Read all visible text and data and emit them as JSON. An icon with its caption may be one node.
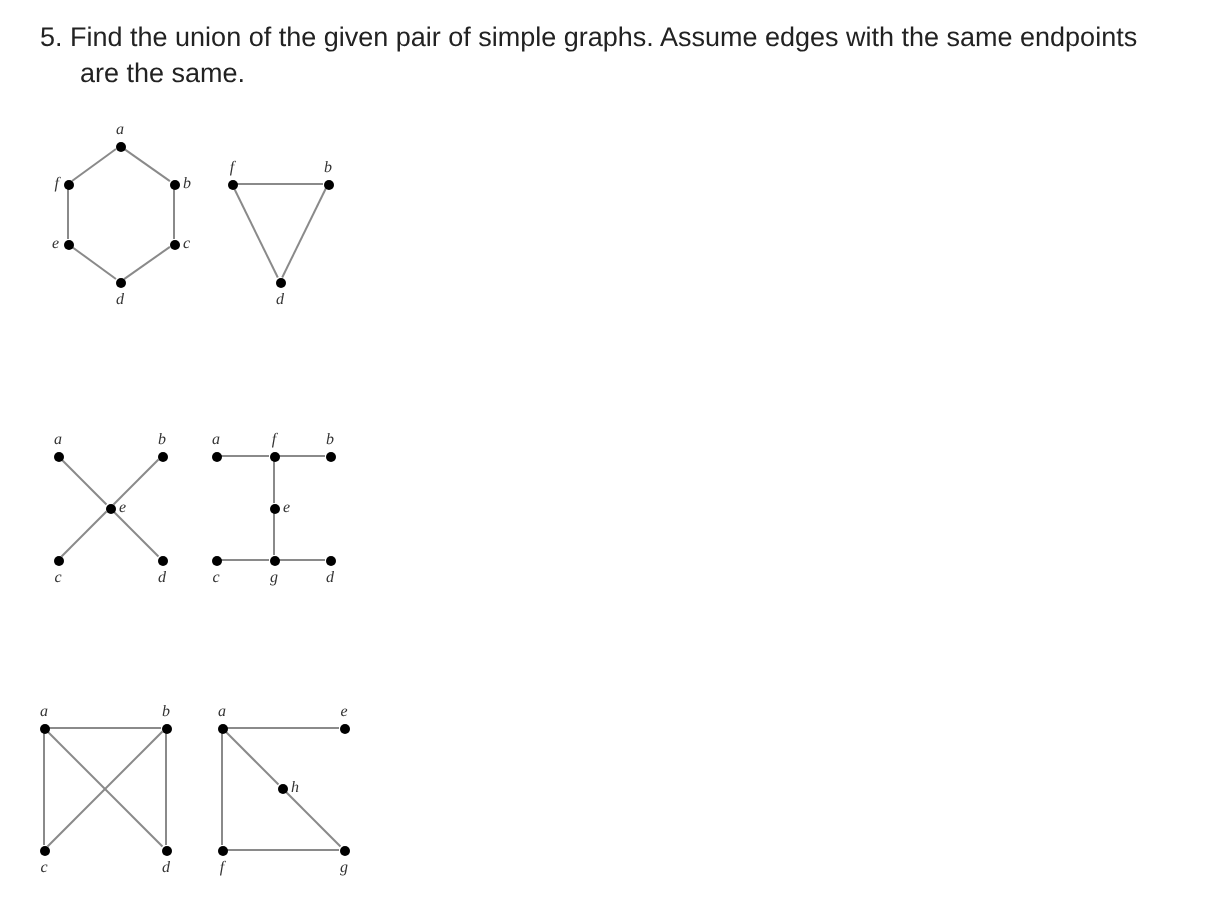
{
  "diagram": {
    "title": "5. Find the union of the given pair of simple graphs. Assume edges with the same endpoints are the same.",
    "nodes": [
      {
        "text": [],
        "shape": "circle",
        "beside": [
          "a"
        ]
      },
      {
        "text": [],
        "shape": "circle",
        "beside": [
          "b"
        ]
      },
      {
        "text": [],
        "shape": "circle",
        "beside": [
          "c"
        ]
      },
      {
        "text": [],
        "shape": "circle",
        "beside": [
          "d"
        ]
      },
      {
        "text": [],
        "shape": "circle",
        "beside": [
          "e"
        ]
      },
      {
        "text": [],
        "shape": "circle",
        "beside": [
          "f"
        ]
      },
      {
        "text": [],
        "shape": "circle",
        "beside": [
          "f"
        ]
      },
      {
        "text": [],
        "shape": "circle",
        "beside": [
          "b"
        ]
      },
      {
        "text": [],
        "shape": "circle",
        "beside": [
          "d"
        ]
      },
      {
        "text": [],
        "shape": "circle",
        "beside": [
          "a"
        ]
      },
      {
        "text": [],
        "shape": "circle",
        "beside": [
          "b"
        ]
      },
      {
        "text": [],
        "shape": "circle",
        "beside": [
          "e"
        ]
      },
      {
        "text": [],
        "shape": "circle",
        "beside": [
          "c"
        ]
      },
      {
        "text": [],
        "shape": "circle",
        "beside": [
          "d"
        ]
      },
      {
        "text": [],
        "shape": "circle",
        "beside": [
          "a"
        ]
      },
      {
        "text": [],
        "shape": "circle",
        "beside": [
          "f"
        ]
      },
      {
        "text": [],
        "shape": "circle",
        "beside": [
          "b"
        ]
      },
      {
        "text": [],
        "shape": "circle",
        "beside": [
          "e"
        ]
      },
      {
        "text": [],
        "shape": "circle",
        "beside": [
          "c"
        ]
      },
      {
        "text": [],
        "shape": "circle",
        "beside": [
          "g"
        ]
      },
      {
        "text": [],
        "shape": "circle",
        "beside": [
          "d"
        ]
      },
      {
        "text": [],
        "shape": "circle",
        "beside": [
          "a"
        ]
      },
      {
        "text": [],
        "shape": "circle",
        "beside": [
          "b"
        ]
      },
      {
        "text": [],
        "shape": "circle",
        "beside": [
          "c"
        ]
      },
      {
        "text": [],
        "shape": "circle",
        "beside": [
          "d"
        ]
      },
      {
        "text": [],
        "shape": "circle",
        "beside": [
          "a"
        ]
      },
      {
        "text": [],
        "shape": "circle",
        "beside": [
          "e"
        ]
      },
      {
        "text": [],
        "shape": "circle",
        "beside": [
          "h"
        ]
      },
      {
        "text": [],
        "shape": "circle",
        "beside": [
          "f"
        ]
      },
      {
        "text": [],
        "shape": "circle",
        "beside": [
          "g"
        ]
      }
    ],
    "edges": [
      {
        "from": 0,
        "to": 1,
        "arrow": "none"
      },
      {
        "from": 1,
        "to": 2,
        "arrow": "none"
      },
      {
        "from": 2,
        "to": 3,
        "arrow": "none"
      },
      {
        "from": 3,
        "to": 4,
        "arrow": "none"
      },
      {
        "from": 4,
        "to": 5,
        "arrow": "none"
      },
      {
        "from": 5,
        "to": 0,
        "arrow": "none"
      },
      {
        "from": 6,
        "to": 7,
        "arrow": "none"
      },
      {
        "from": 7,
        "to": 8,
        "arrow": "none"
      },
      {
        "from": 8,
        "to": 6,
        "arrow": "none"
      },
      {
        "from": 9,
        "to": 11,
        "arrow": "none"
      },
      {
        "from": 10,
        "to": 11,
        "arrow": "none"
      },
      {
        "from": 11,
        "to": 12,
        "arrow": "none"
      },
      {
        "from": 11,
        "to": 13,
        "arrow": "none"
      },
      {
        "from": 14,
        "to": 15,
        "arrow": "none"
      },
      {
        "from": 15,
        "to": 16,
        "arrow": "none"
      },
      {
        "from": 15,
        "to": 17,
        "arrow": "none"
      },
      {
        "from": 17,
        "to": 19,
        "arrow": "none"
      },
      {
        "from": 18,
        "to": 19,
        "arrow": "none"
      },
      {
        "from": 19,
        "to": 20,
        "arrow": "none"
      },
      {
        "from": 21,
        "to": 22,
        "arrow": "none"
      },
      {
        "from": 21,
        "to": 23,
        "arrow": "none"
      },
      {
        "from": 21,
        "to": 24,
        "arrow": "none"
      },
      {
        "from": 22,
        "to": 23,
        "arrow": "none"
      },
      {
        "from": 22,
        "to": 24,
        "arrow": "none"
      },
      {
        "from": 25,
        "to": 26,
        "arrow": "none"
      },
      {
        "from": 25,
        "to": 28,
        "arrow": "none"
      },
      {
        "from": 25,
        "to": 27,
        "arrow": "none"
      },
      {
        "from": 27,
        "to": 29,
        "arrow": "none"
      },
      {
        "from": 28,
        "to": 29,
        "arrow": "none"
      }
    ]
  }
}
